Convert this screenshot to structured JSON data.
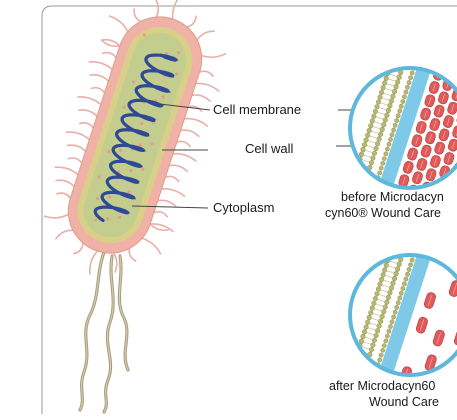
{
  "labels": {
    "cell_membrane": "Cell membrane",
    "cell_wall": "Cell wall",
    "cytoplasm": "Cytoplasm"
  },
  "captions": {
    "before_line1": "before  Microdacyn",
    "before_line2": "cyn60® Wound Care",
    "after_line1": "after  Microdacyn60",
    "after_line2": "Wound Care"
  },
  "colors": {
    "frame": "#9a9a9a",
    "flagella": "#a8a080",
    "pili": "#e8b0a8",
    "outer_wall": "#f0b2a6",
    "inner_wall": "#d8d088",
    "cytoplasm": "#c2cd8e",
    "dna": "#2e4a96",
    "ribosome": "#e69a8e",
    "membrane_band": "#7ec8e8",
    "lipid_head": "#b8b870",
    "cell_red": "#e05a5a"
  }
}
